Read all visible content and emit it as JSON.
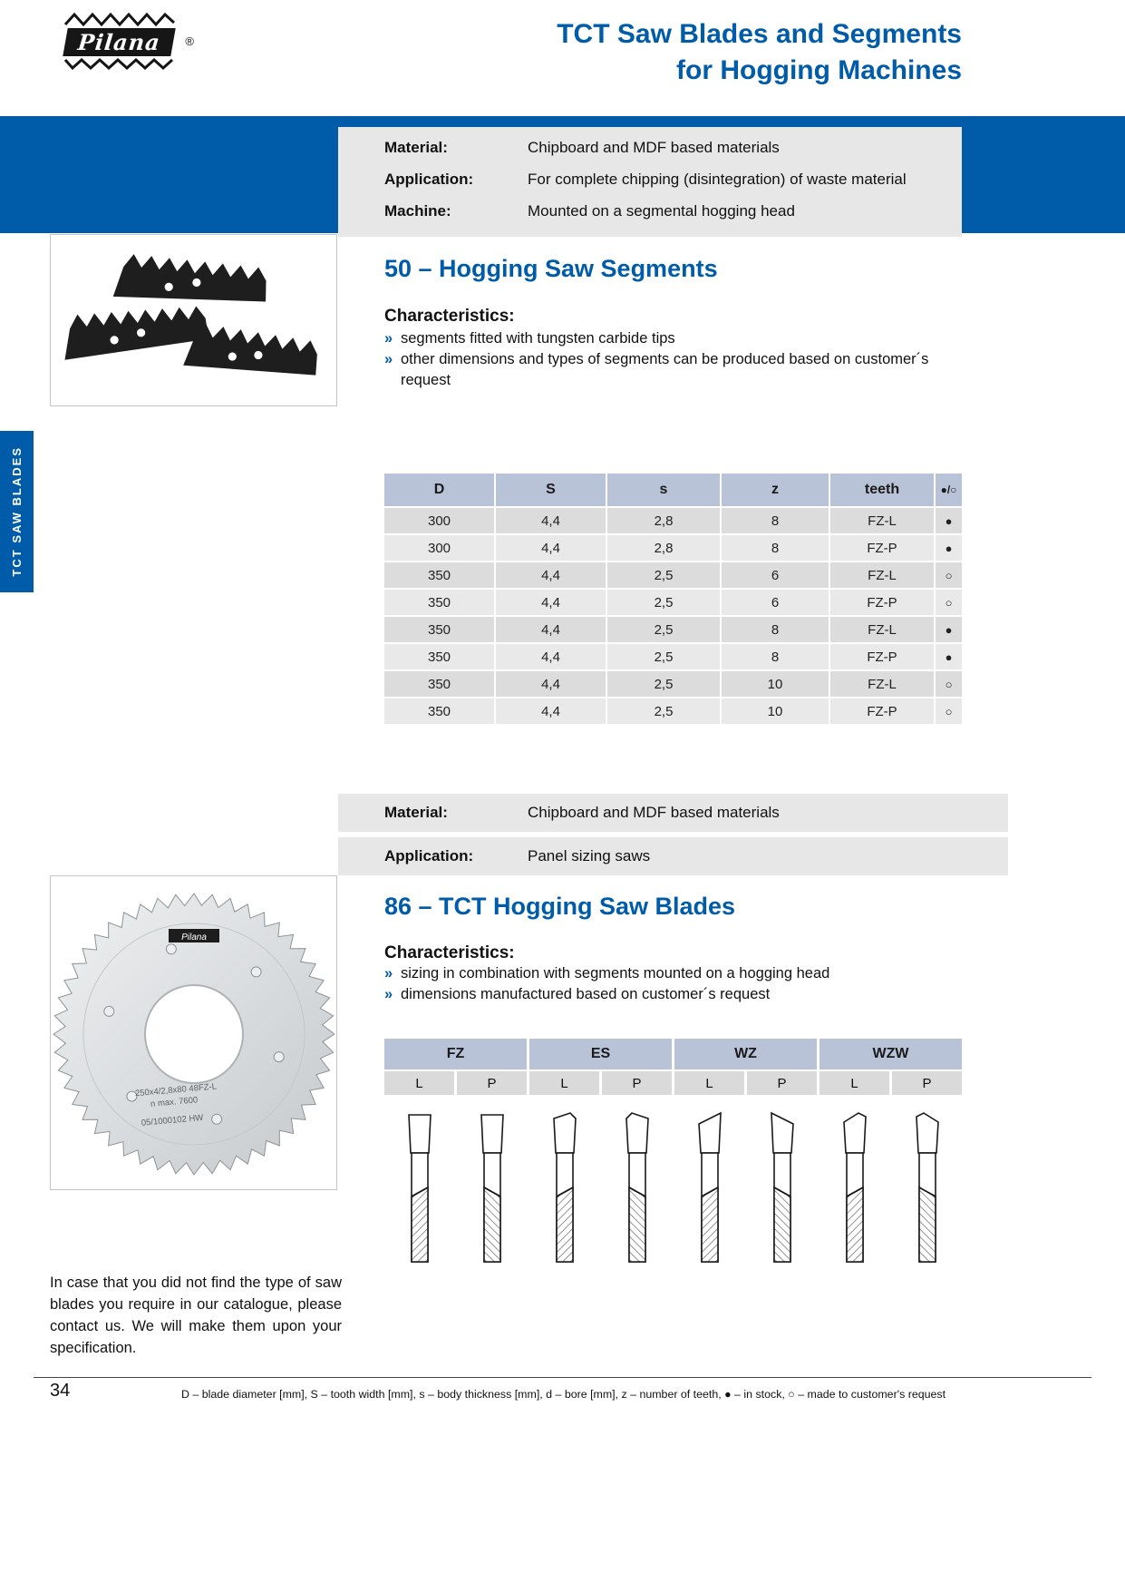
{
  "colors": {
    "brand_blue": "#005CA9",
    "table_header_bg": "#B9C3D8",
    "row_bg_dark": "#DCDCDC",
    "row_bg_light": "#E9E9E9",
    "info_box_bg": "#E7E7E7",
    "subheader_bg": "#DADADA"
  },
  "header": {
    "brand": "Pilana",
    "registered_mark": "®",
    "title_line1": "TCT Saw Blades and Segments",
    "title_line2": "for Hogging Machines"
  },
  "sidebar": {
    "label": "TCT SAW BLADES"
  },
  "bullet_marker": "»",
  "section1": {
    "info_rows": [
      {
        "label": "Material:",
        "value": "Chipboard and MDF based materials"
      },
      {
        "label": "Application:",
        "value": "For complete chipping (disintegration) of waste material"
      },
      {
        "label": "Machine:",
        "value": "Mounted on a segmental hogging head"
      }
    ],
    "heading": "50 – Hogging Saw Segments",
    "characteristics_title": "Characteristics:",
    "bullets": [
      "segments fitted with tungsten carbide tips",
      "other dimensions and types of segments can be produced based on customer´s request"
    ],
    "table": {
      "headers": [
        "D",
        "S",
        "s",
        "z",
        "teeth",
        "●/○"
      ],
      "rows": [
        [
          "300",
          "4,4",
          "2,8",
          "8",
          "FZ-L",
          "●"
        ],
        [
          "300",
          "4,4",
          "2,8",
          "8",
          "FZ-P",
          "●"
        ],
        [
          "350",
          "4,4",
          "2,5",
          "6",
          "FZ-L",
          "○"
        ],
        [
          "350",
          "4,4",
          "2,5",
          "6",
          "FZ-P",
          "○"
        ],
        [
          "350",
          "4,4",
          "2,5",
          "8",
          "FZ-L",
          "●"
        ],
        [
          "350",
          "4,4",
          "2,5",
          "8",
          "FZ-P",
          "●"
        ],
        [
          "350",
          "4,4",
          "2,5",
          "10",
          "FZ-L",
          "○"
        ],
        [
          "350",
          "4,4",
          "2,5",
          "10",
          "FZ-P",
          "○"
        ]
      ]
    }
  },
  "section2": {
    "info_rows": [
      {
        "label": "Material:",
        "value": "Chipboard and MDF based materials"
      },
      {
        "label": "Application:",
        "value": "Panel sizing saws"
      }
    ],
    "heading": "86 – TCT Hogging Saw Blades",
    "characteristics_title": "Characteristics:",
    "bullets": [
      "sizing in combination with segments mounted on a hogging head",
      "dimensions manufactured based on customer´s request"
    ],
    "tooth_table": {
      "groups": [
        "FZ",
        "ES",
        "WZ",
        "WZW"
      ],
      "sides": [
        "L",
        "P"
      ]
    },
    "blade_labels": [
      "250x4/2,8x80 48FZ-L",
      "n max. 7600",
      "05/1000102 HW"
    ]
  },
  "note": "In case that you did not find the type of saw blades you require in our catalogue, please contact us. We will make them upon your specification.",
  "footer": {
    "page_number": "34",
    "legend": "D – blade diameter [mm], S – tooth width [mm], s – body thickness [mm], d – bore [mm], z – number of teeth, ● – in stock, ○ – made to customer's request"
  }
}
